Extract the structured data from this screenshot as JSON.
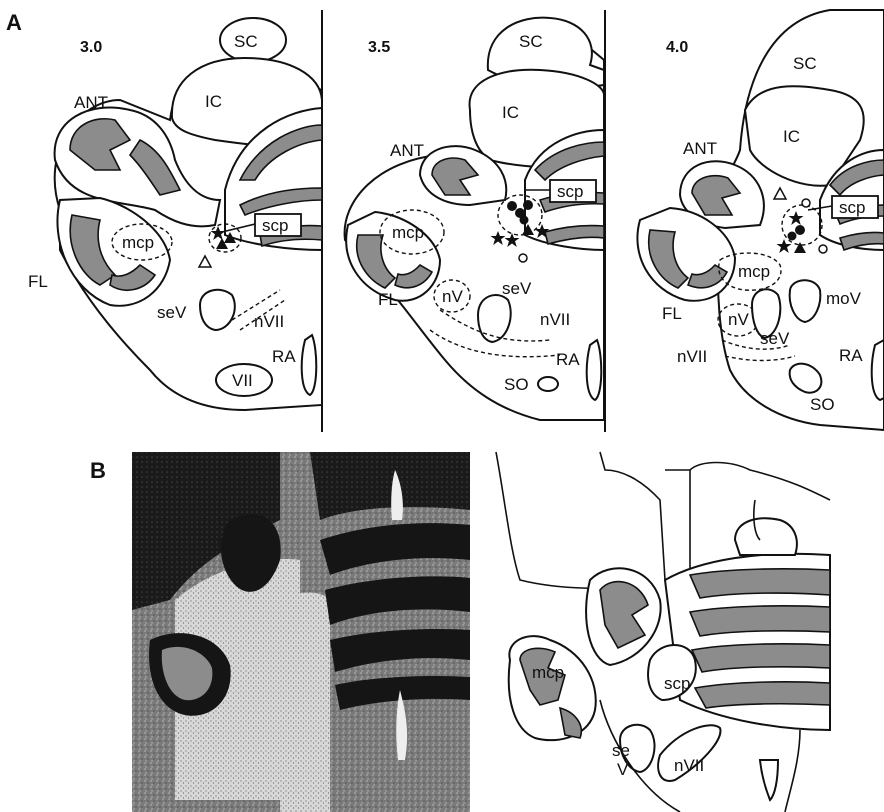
{
  "panel_a": {
    "letter": "A",
    "sections": [
      {
        "level": "3.0",
        "labels": {
          "sc": "SC",
          "ic": "IC",
          "ant": "ANT",
          "scp": "scp",
          "mcp": "mcp",
          "fl": "FL",
          "sev": "seV",
          "nvii": "nVII",
          "ra": "RA",
          "vii": "VII"
        }
      },
      {
        "level": "3.5",
        "labels": {
          "sc": "SC",
          "ic": "IC",
          "ant": "ANT",
          "scp": "scp",
          "mcp": "mcp",
          "fl": "FL",
          "nv": "nV",
          "sev": "seV",
          "nvii": "nVII",
          "ra": "RA",
          "so": "SO"
        }
      },
      {
        "level": "4.0",
        "labels": {
          "sc": "SC",
          "ic": "IC",
          "ant": "ANT",
          "scp": "scp",
          "mcp": "mcp",
          "fl": "FL",
          "nv": "nV",
          "sev": "seV",
          "mov": "moV",
          "nvii": "nVII",
          "ra": "RA",
          "so": "SO"
        }
      }
    ]
  },
  "panel_b": {
    "letter": "B",
    "labels": {
      "mcp": "mcp",
      "scp": "scp",
      "se": "se",
      "v": "V",
      "nvii": "nVII"
    }
  }
}
